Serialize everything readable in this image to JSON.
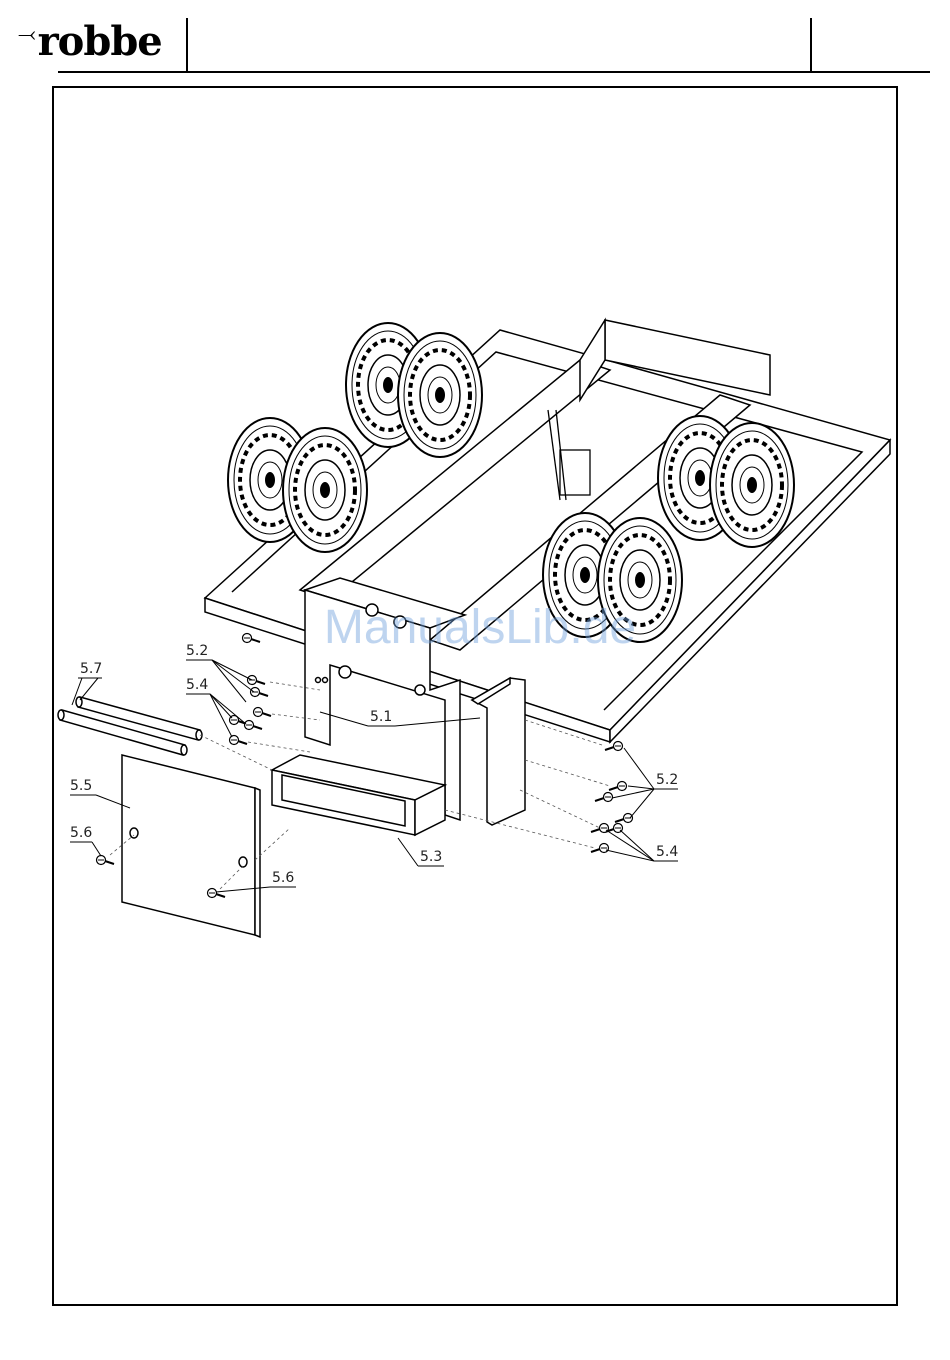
{
  "brand": {
    "logo_text": "robbe"
  },
  "watermark": "ManualsLib.de",
  "callouts": {
    "c_5_7": "5.7",
    "c_5_2_left": "5.2",
    "c_5_4_left": "5.4",
    "c_5_5": "5.5",
    "c_5_6_left": "5.6",
    "c_5_6_bottom": "5.6",
    "c_5_1": "5.1",
    "c_5_3": "5.3",
    "c_5_2_right": "5.2",
    "c_5_4_right": "5.4"
  }
}
